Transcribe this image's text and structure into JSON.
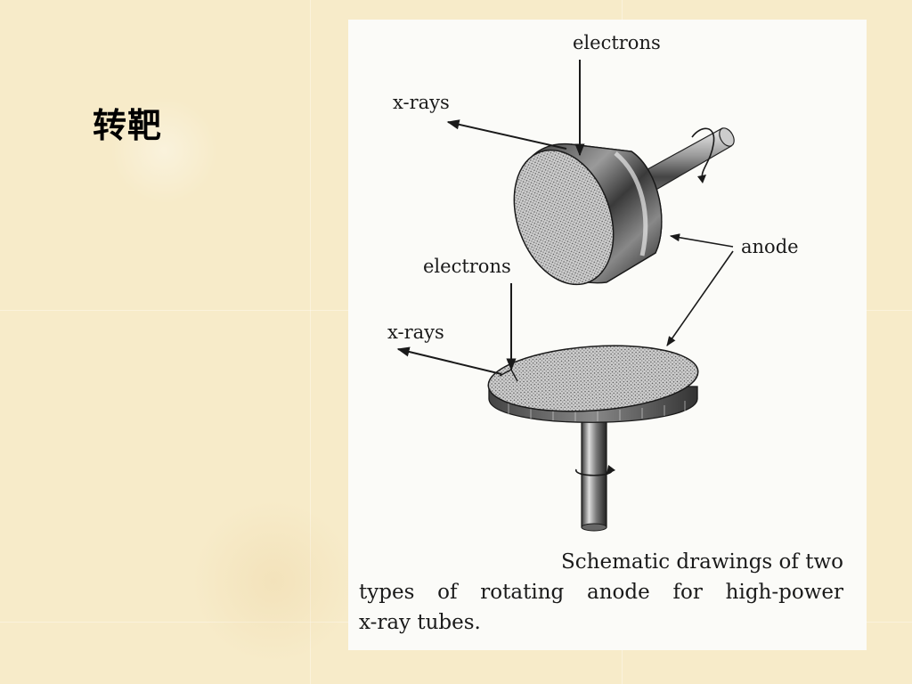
{
  "slide": {
    "title": "转靶"
  },
  "figure": {
    "labels": {
      "top_electrons": "electrons",
      "top_xrays": "x-rays",
      "anode": "anode",
      "bottom_electrons": "electrons",
      "bottom_xrays": "x-rays"
    },
    "caption_lines": [
      "Schematic drawings of two",
      "types of rotating anode for high-power",
      "x-ray tubes."
    ]
  }
}
